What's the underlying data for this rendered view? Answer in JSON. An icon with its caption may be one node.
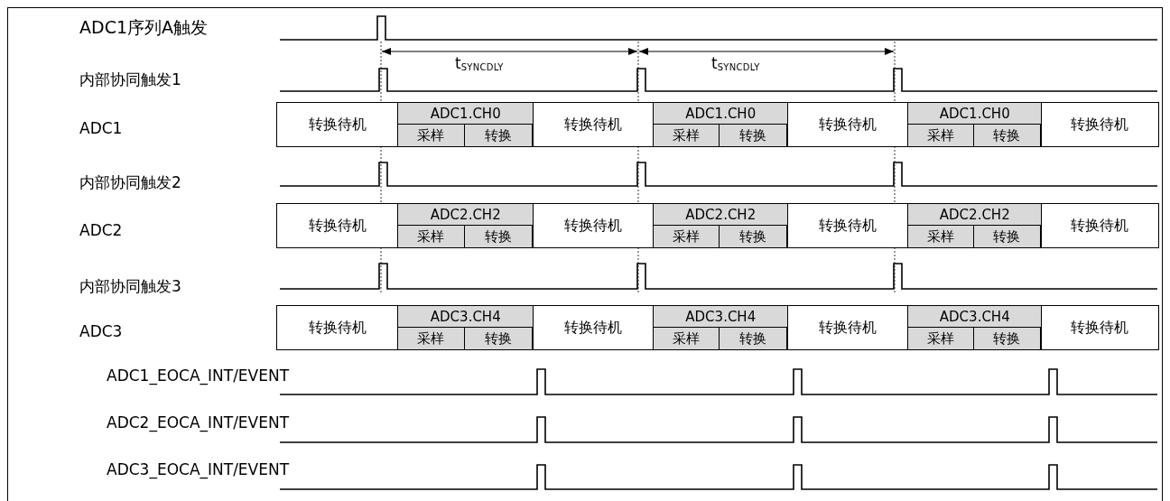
{
  "diagram": {
    "nodes": [
      {
        "text": [
          "转换待机"
        ]
      },
      {
        "text": [
          "ADC1.CH0"
        ]
      },
      {
        "text": [
          "采样"
        ],
        "in": 1
      },
      {
        "text": [
          "转换"
        ],
        "in": 1
      },
      {
        "text": [
          "转换待机"
        ]
      },
      {
        "text": [
          "ADC1.CH0"
        ]
      },
      {
        "text": [
          "采样"
        ],
        "in": 5
      },
      {
        "text": [
          "转换"
        ],
        "in": 5
      },
      {
        "text": [
          "转换待机"
        ]
      },
      {
        "text": [
          "ADC1.CH0"
        ]
      },
      {
        "text": [
          "采样"
        ],
        "in": 9
      },
      {
        "text": [
          "转换"
        ],
        "in": 9
      },
      {
        "text": [
          "转换待机"
        ]
      },
      {
        "text": [
          "转换待机"
        ]
      },
      {
        "text": [
          "ADC2.CH2"
        ]
      },
      {
        "text": [
          "采样"
        ],
        "in": 14
      },
      {
        "text": [
          "转换"
        ],
        "in": 14
      },
      {
        "text": [
          "转换待机"
        ]
      },
      {
        "text": [
          "ADC2.CH2"
        ]
      },
      {
        "text": [
          "采样"
        ],
        "in": 18
      },
      {
        "text": [
          "转换"
        ],
        "in": 18
      },
      {
        "text": [
          "转换待机"
        ]
      },
      {
        "text": [
          "ADC2.CH2"
        ]
      },
      {
        "text": [
          "采样"
        ],
        "in": 22
      },
      {
        "text": [
          "转换"
        ],
        "in": 22
      },
      {
        "text": [
          "转换待机"
        ]
      },
      {
        "text": [
          "转换待机"
        ]
      },
      {
        "text": [
          "ADC3.CH4"
        ]
      },
      {
        "text": [
          "采样"
        ],
        "in": 27
      },
      {
        "text": [
          "转换"
        ],
        "in": 27
      },
      {
        "text": [
          "转换待机"
        ]
      },
      {
        "text": [
          "ADC3.CH4"
        ]
      },
      {
        "text": [
          "采样"
        ],
        "in": 31
      },
      {
        "text": [
          "转换"
        ],
        "in": 31
      },
      {
        "text": [
          "转换待机"
        ]
      },
      {
        "text": [
          "ADC3.CH4"
        ]
      },
      {
        "text": [
          "采样"
        ],
        "in": 35
      },
      {
        "text": [
          "转换"
        ],
        "in": 35
      },
      {
        "text": [
          "转换待机"
        ]
      }
    ],
    "edges": [],
    "labels": [
      "ADC1序列A触发",
      "t$_{SYNCDLY}$",
      "t$_{SYNCDLY}$",
      "内部协同触发1",
      "ADC1",
      "内部协同触发2",
      "ADC2",
      "内部协同触发3",
      "ADC3",
      "ADC1_EOCA_INT/EVENT",
      "ADC2_EOCA_INT/EVENT",
      "ADC3_EOCA_INT/EVENT"
    ]
  }
}
